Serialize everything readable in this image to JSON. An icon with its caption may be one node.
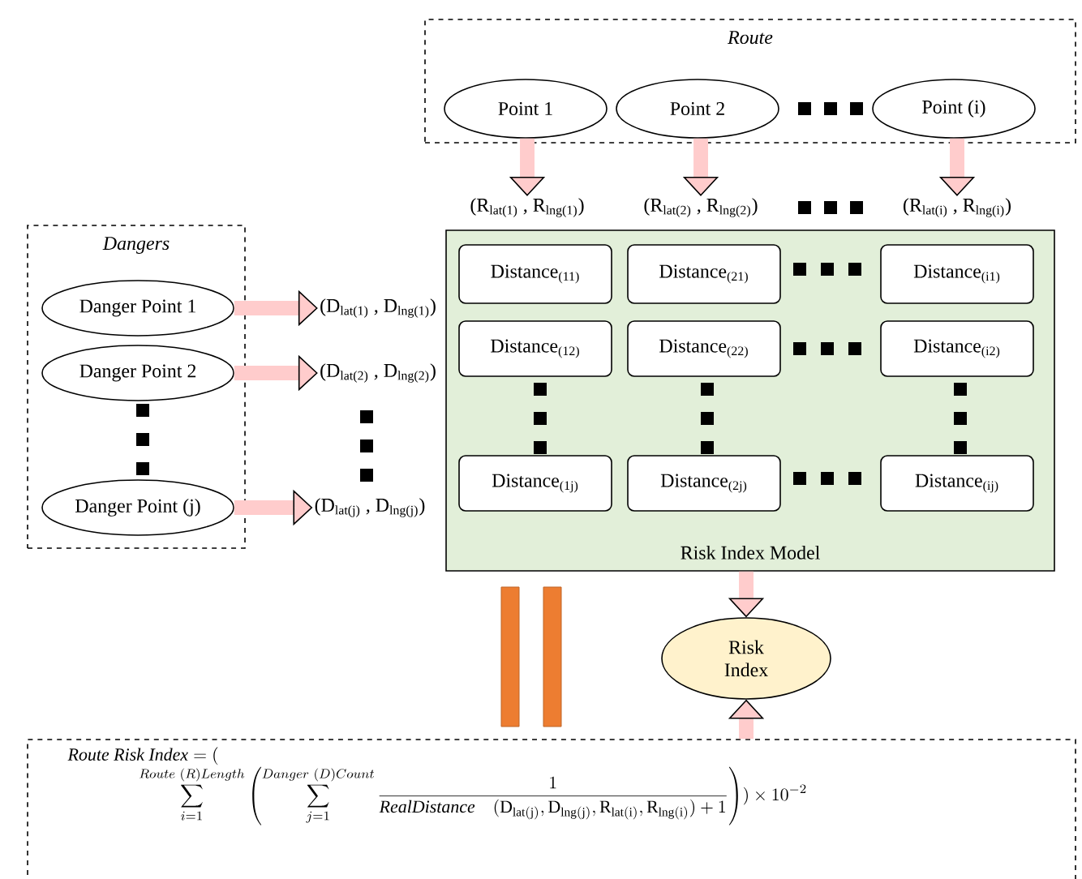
{
  "diagram": {
    "nodes": [
      {
        "text": [
          "Route"
        ]
      },
      {
        "text": [
          "Point 1"
        ],
        "in": 0
      },
      {
        "text": [
          "Point 2"
        ],
        "in": 0
      },
      {
        "text": [
          "Point (i)"
        ],
        "in": 0
      },
      {
        "text": [
          "Dangers"
        ]
      },
      {
        "text": [
          "Danger Point 1"
        ],
        "in": 4
      },
      {
        "text": [
          "Danger Point 2"
        ],
        "in": 4
      },
      {
        "text": [
          "Danger Point (j)"
        ],
        "in": 4
      },
      {
        "text": [
          "(R$_{lat(1)}$ , R$_{lng(1)}$)"
        ]
      },
      {
        "text": [
          "(R$_{lat(2)}$ , R$_{lng(2)}$)"
        ]
      },
      {
        "text": [
          "(R$_{lat(i)}$ , R$_{lng(i)}$)"
        ]
      },
      {
        "text": [
          "(D$_{lat(1)}$ , D$_{lng(1)}$)"
        ]
      },
      {
        "text": [
          "(D$_{lat(2)}$ , D$_{lng(2)}$)"
        ]
      },
      {
        "text": [
          "(D$_{lat(j)}$ , D$_{lng(j)}$)"
        ]
      },
      {
        "text": [
          "Risk Index Model"
        ]
      },
      {
        "text": [
          "Distance$_{(11)}$"
        ],
        "in": 14
      },
      {
        "text": [
          "Distance$_{(21)}$"
        ],
        "in": 14
      },
      {
        "text": [
          "Distance$_{(i1)}$"
        ],
        "in": 14
      },
      {
        "text": [
          "Distance$_{(12)}$"
        ],
        "in": 14
      },
      {
        "text": [
          "Distance$_{(22)}$"
        ],
        "in": 14
      },
      {
        "text": [
          "Distance$_{(i2)}$"
        ],
        "in": 14
      },
      {
        "text": [
          "Distance$_{(1j)}$"
        ],
        "in": 14
      },
      {
        "text": [
          "Distance$_{(2j)}$"
        ],
        "in": 14
      },
      {
        "text": [
          "Distance$_{(ij)}$"
        ],
        "in": 14
      },
      {
        "text": [
          "Risk Index"
        ]
      },
      {
        "text": [
          "\\begin{array}{l}\\displaystyle\\mathit{Route\\ Risk\\ Index} = (\\\\ \\displaystyle\\qquad\\qquad \\sum_{i=1}^{Route\\ (R)Length}\\left(\\sum_{j=1}^{Danger\\ (D)Count}\\frac{1}{\\mathit{RealDistance}\\quad(\\mathrm{D}_{\\mathrm{lat(j)}},\\mathrm{D}_{\\mathrm{lng(j)}},\\mathrm{R}_{\\mathrm{lat(i)}},\\mathrm{R}_{\\mathrm{lng(i)}})+1}\\right))\\times 10^{-2}\\end{array}"
        ]
      }
    ],
    "edges": [
      {
        "from": 1,
        "to": 8,
        "arrow": "to"
      },
      {
        "from": 2,
        "to": 9,
        "arrow": "to"
      },
      {
        "from": 3,
        "to": 10,
        "arrow": "to"
      },
      {
        "from": 5,
        "to": 11,
        "arrow": "to"
      },
      {
        "from": 6,
        "to": 12,
        "arrow": "to"
      },
      {
        "from": 7,
        "to": 13,
        "arrow": "to"
      },
      {
        "from": 14,
        "to": 24,
        "arrow": "to"
      },
      {
        "from": 25,
        "to": 24,
        "arrow": "to"
      }
    ]
  }
}
